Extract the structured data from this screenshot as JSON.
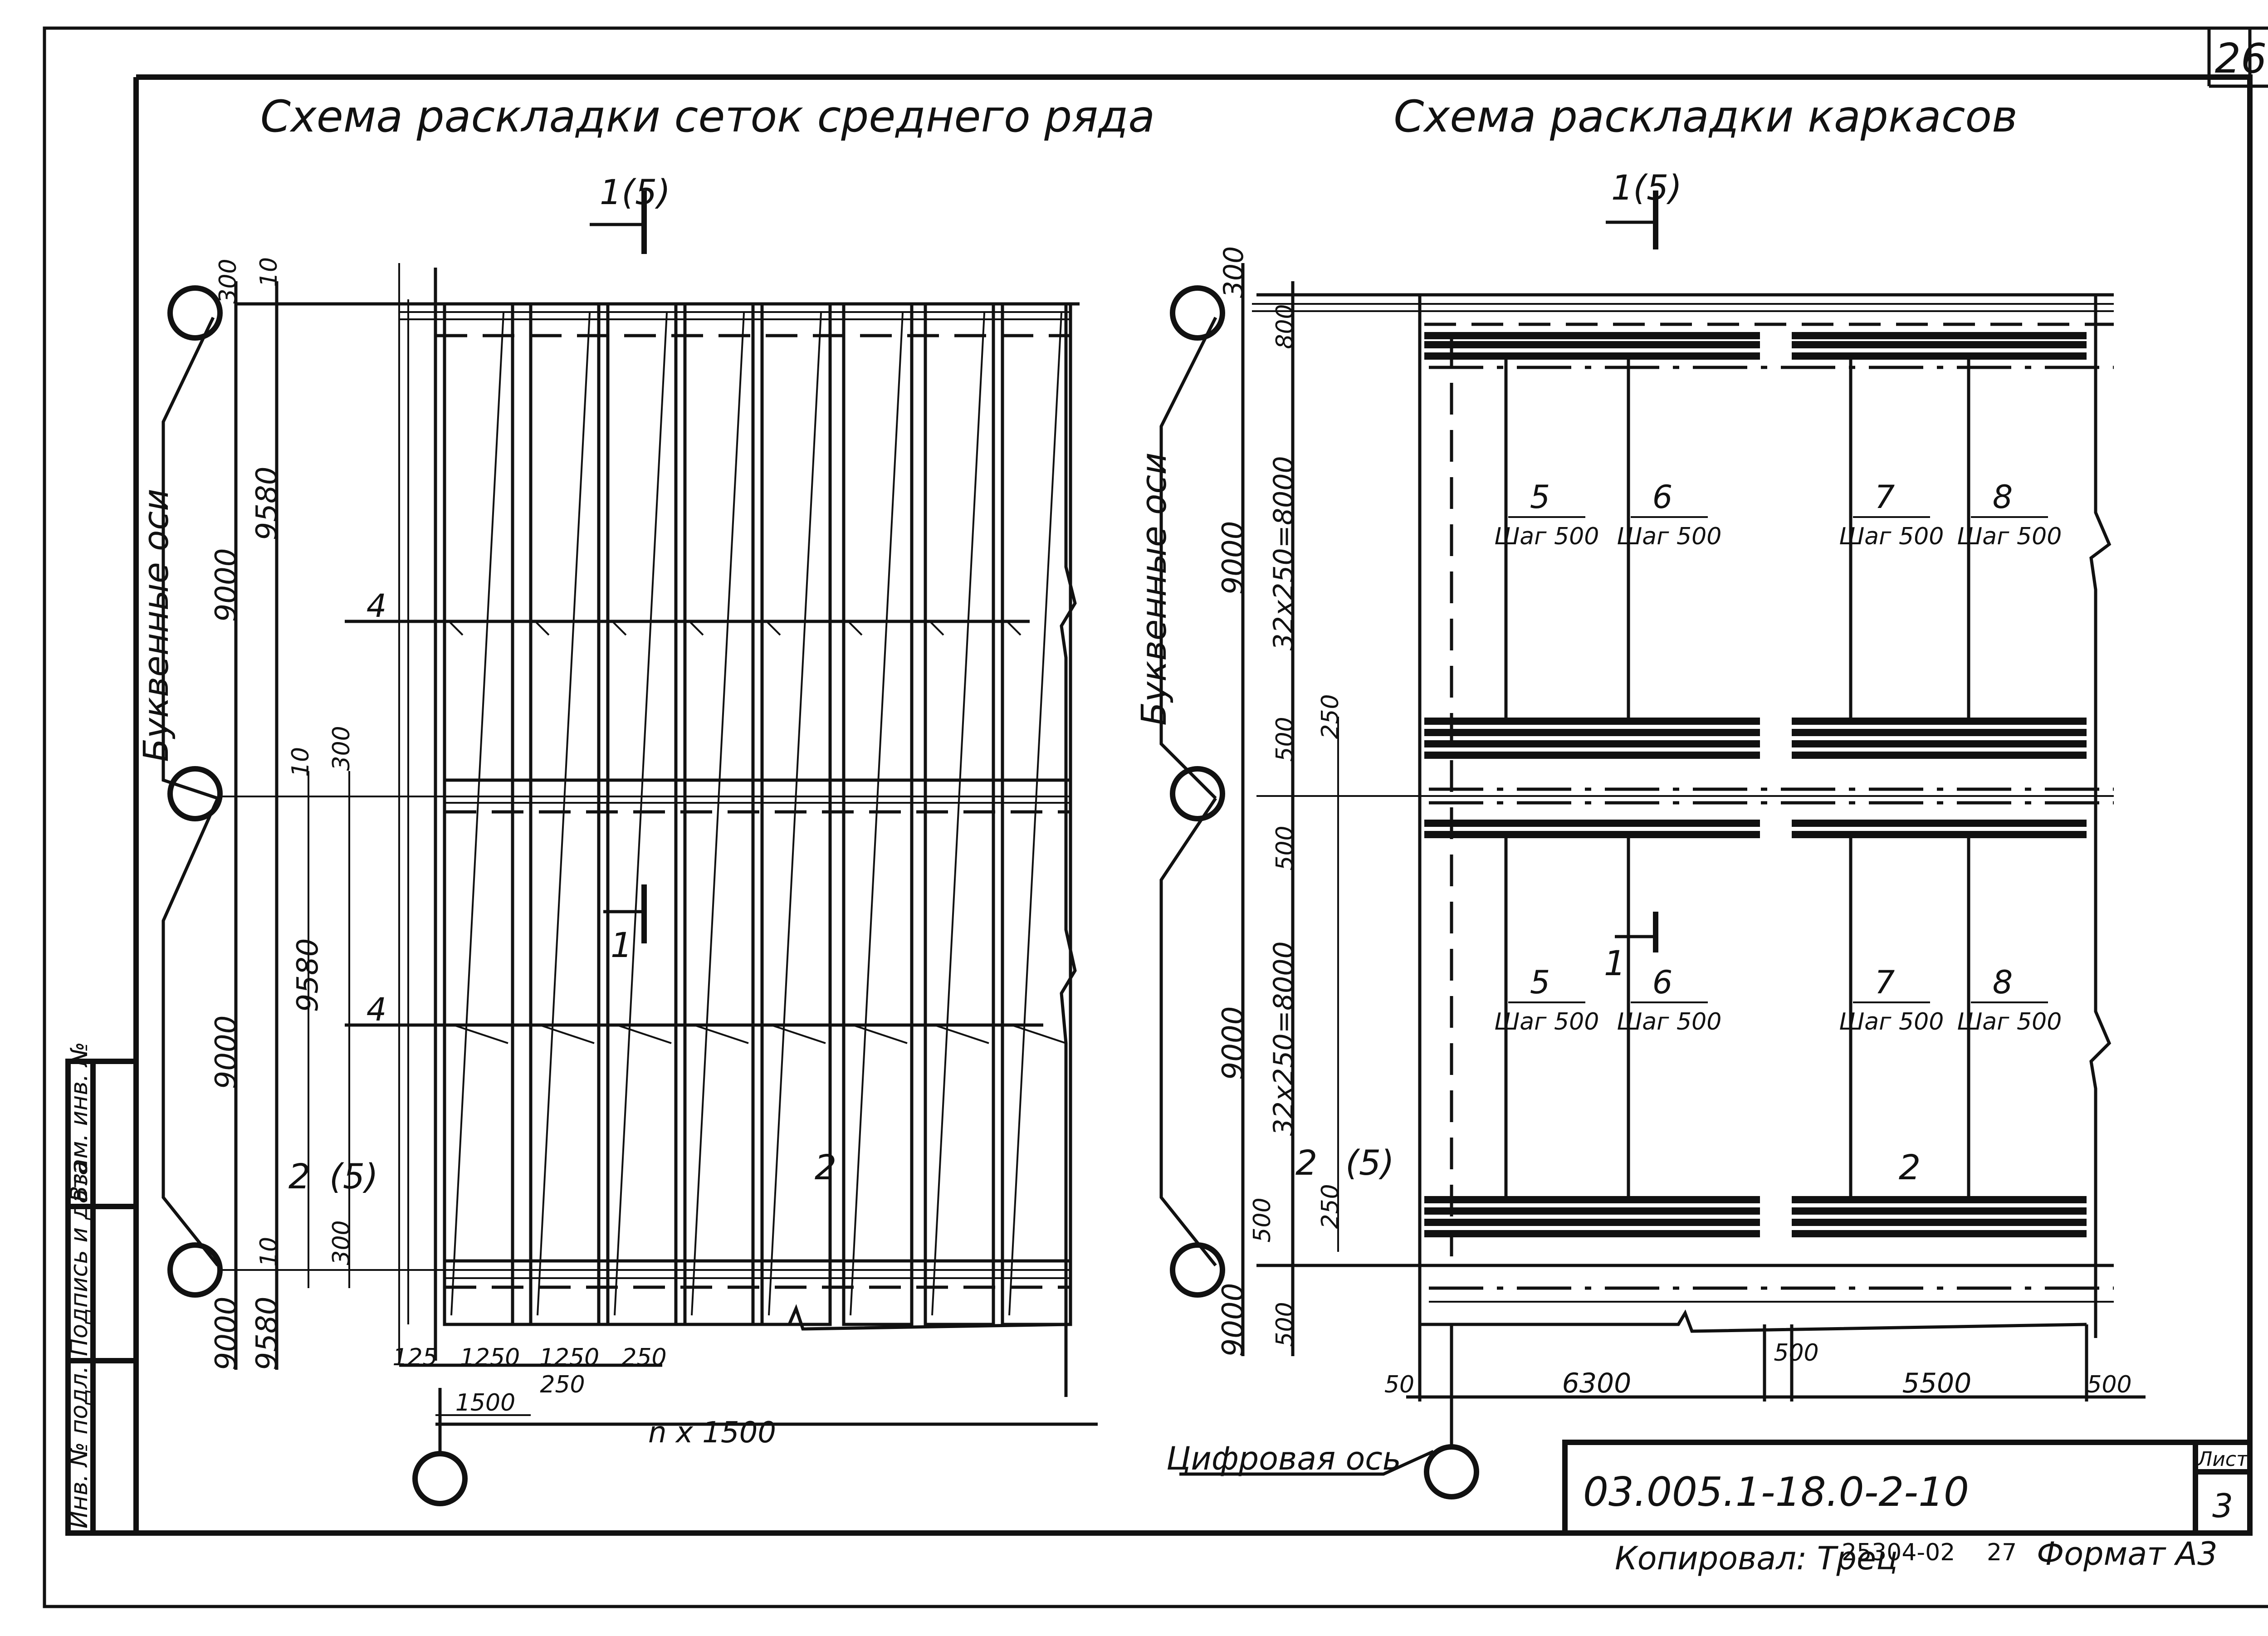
{
  "sheet": {
    "corner_number": "26",
    "left_title": "Схема раскладки сеток среднего ряда",
    "right_title": "Схема раскладки каркасов",
    "designation": "03.005.1-18.0-2-10",
    "sheet_label": "Лист",
    "sheet_number": "3",
    "copied_by": "Копировал: Трец",
    "order_number": "25304-02",
    "order_suffix": "27",
    "format": "Формат А3",
    "stamp_columns": [
      "Инв. № подл.",
      "Подпись и дата",
      "Взам. инв. №"
    ]
  },
  "left_plan": {
    "section_top": "1(5)",
    "section_mid": "1",
    "section_bottom_left_num": "2",
    "section_bottom_left_ref": "(5)",
    "section_bottom_right": "2",
    "axes_label": "Буквенные оси",
    "mesh_label": "4",
    "dim_outer": [
      "9000",
      "9000",
      "9000"
    ],
    "dim_inner": [
      "9580",
      "9580",
      "9580"
    ],
    "dim_small": [
      "300",
      "10",
      "10",
      "300",
      "10",
      "300"
    ],
    "dims_bottom": [
      "125",
      "1250",
      "1250",
      "250",
      "250",
      "1500"
    ],
    "bottom_run": "n x 1500"
  },
  "right_plan": {
    "section_top": "1(5)",
    "section_mid": "1",
    "section_bottom_left": "2",
    "section_bottom_left_ref": "(5)",
    "section_bottom_right": "2",
    "axes_label": "Буквенные оси",
    "digit_axis_label": "Цифровая ось",
    "frames_upper": [
      {
        "mark": "5",
        "step": "Шаг 500"
      },
      {
        "mark": "6",
        "step": "Шаг 500"
      },
      {
        "mark": "7",
        "step": "Шаг 500"
      },
      {
        "mark": "8",
        "step": "Шаг 500"
      }
    ],
    "frames_lower": [
      {
        "mark": "5",
        "step": "Шаг 500"
      },
      {
        "mark": "6",
        "step": "Шаг 500"
      },
      {
        "mark": "7",
        "step": "Шаг 500"
      },
      {
        "mark": "8",
        "step": "Шаг 500"
      }
    ],
    "dim_outer": [
      "300",
      "9000",
      "9000",
      "9000"
    ],
    "dim_run": [
      "32x250=8000",
      "32x250=8000"
    ],
    "dim_small": [
      "800",
      "500",
      "250",
      "500",
      "500",
      "250",
      "500"
    ],
    "dims_bottom": [
      "50",
      "6300",
      "500",
      "5500",
      "500"
    ]
  }
}
